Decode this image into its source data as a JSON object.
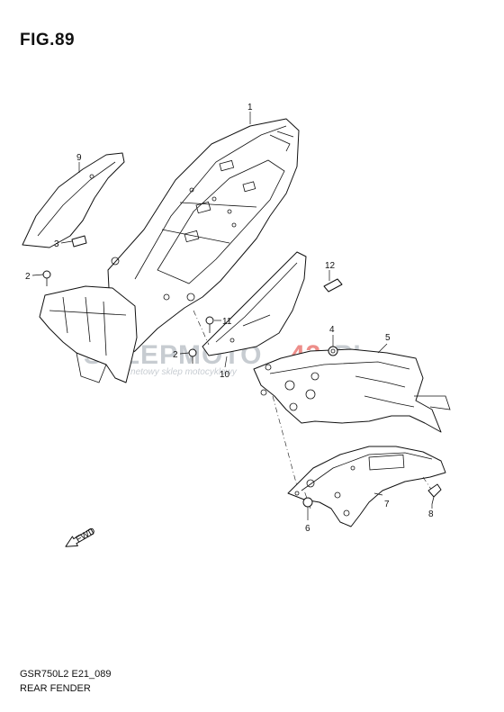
{
  "figure": {
    "title": "FIG.89"
  },
  "footer": {
    "model_code": "GSR750L2 E21_089",
    "section_title": "REAR FENDER"
  },
  "watermark": {
    "brand_prefix": "SKLEPMOTO",
    "brand_number": "43",
    "brand_suffix": ".PL",
    "tagline": "Internetowy sklep motocyklowy",
    "color_primary": "#9aa3ad",
    "color_accent": "#e0322c"
  },
  "direction_label": "FWD",
  "callouts": {
    "c1": "1",
    "c2a": "2",
    "c2b": "2",
    "c3": "3",
    "c4": "4",
    "c5": "5",
    "c6": "6",
    "c7": "7",
    "c8": "8",
    "c9": "9",
    "c10": "10",
    "c11": "11",
    "c12": "12"
  }
}
